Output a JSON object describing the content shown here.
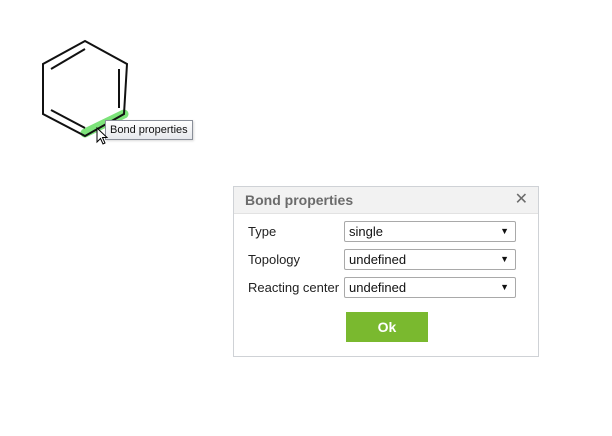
{
  "tooltip": {
    "text": "Bond properties"
  },
  "molecule": {
    "name": "benzene-ring",
    "highlight_color": "#7de37a"
  },
  "dialog": {
    "title": "Bond properties",
    "close_label": "✕",
    "fields": [
      {
        "label": "Type",
        "value": "single"
      },
      {
        "label": "Topology",
        "value": "undefined"
      },
      {
        "label": "Reacting center",
        "value": "undefined"
      }
    ],
    "ok_label": "Ok",
    "ok_color": "#7ab92f"
  }
}
